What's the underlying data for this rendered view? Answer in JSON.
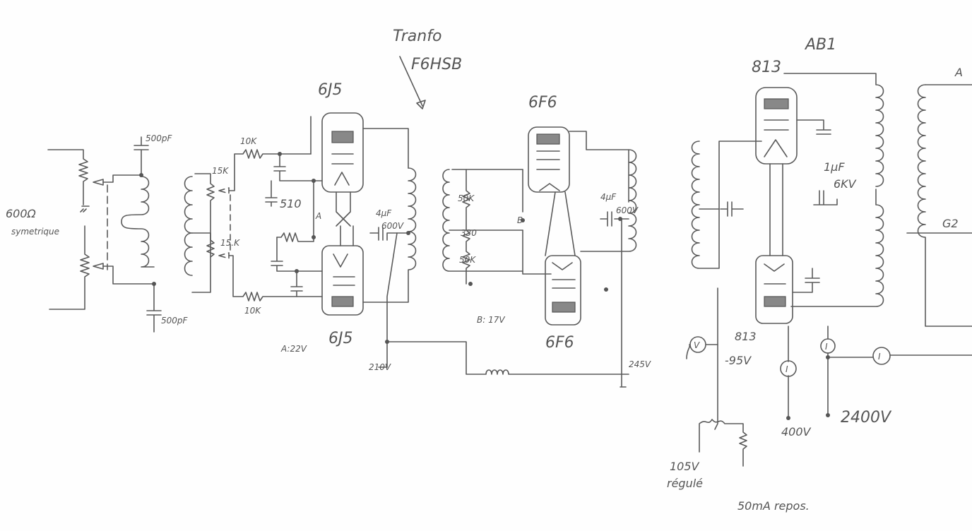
{
  "title_labels": {
    "transfo": "Tranfo",
    "transfo_model": "F6HSB",
    "class": "AB1"
  },
  "input": {
    "impedance": "600Ω",
    "type": "symetrique",
    "cap_top": "500pF",
    "cap_bottom": "500pF"
  },
  "stage1": {
    "tube_top": "6J5",
    "tube_bottom": "6J5",
    "r_top": "10K",
    "r_bottom": "10K",
    "pot_top": "15K",
    "pot_bottom": "15.K",
    "r_cathode": "510",
    "node_a": "A",
    "bias": "A:22V",
    "cap_value": "4µF",
    "cap_voltage": "600V",
    "supply": "210V"
  },
  "stage2": {
    "tube_top": "6F6",
    "tube_bottom": "6F6",
    "r_top": "50K",
    "r_mid": "330",
    "r_bottom": "50K",
    "node_b": "B",
    "bias": "B: 17V",
    "cap_value": "4µF",
    "cap_voltage": "600V",
    "supply": "245V"
  },
  "output": {
    "tube_top": "813",
    "tube_bottom": "813",
    "cap_value": "1µF",
    "cap_voltage": "6KV",
    "label_a": "A",
    "label_g2": "G2",
    "grid_bias": "-95V",
    "screen_supply": "400V",
    "plate_supply": "2400V",
    "regulated": "105V",
    "regulated_note": "régulé",
    "idle_current": "50mA repos.",
    "meter_v": "V",
    "meter_i1": "I",
    "meter_i2": "I",
    "meter_i3": "I"
  }
}
